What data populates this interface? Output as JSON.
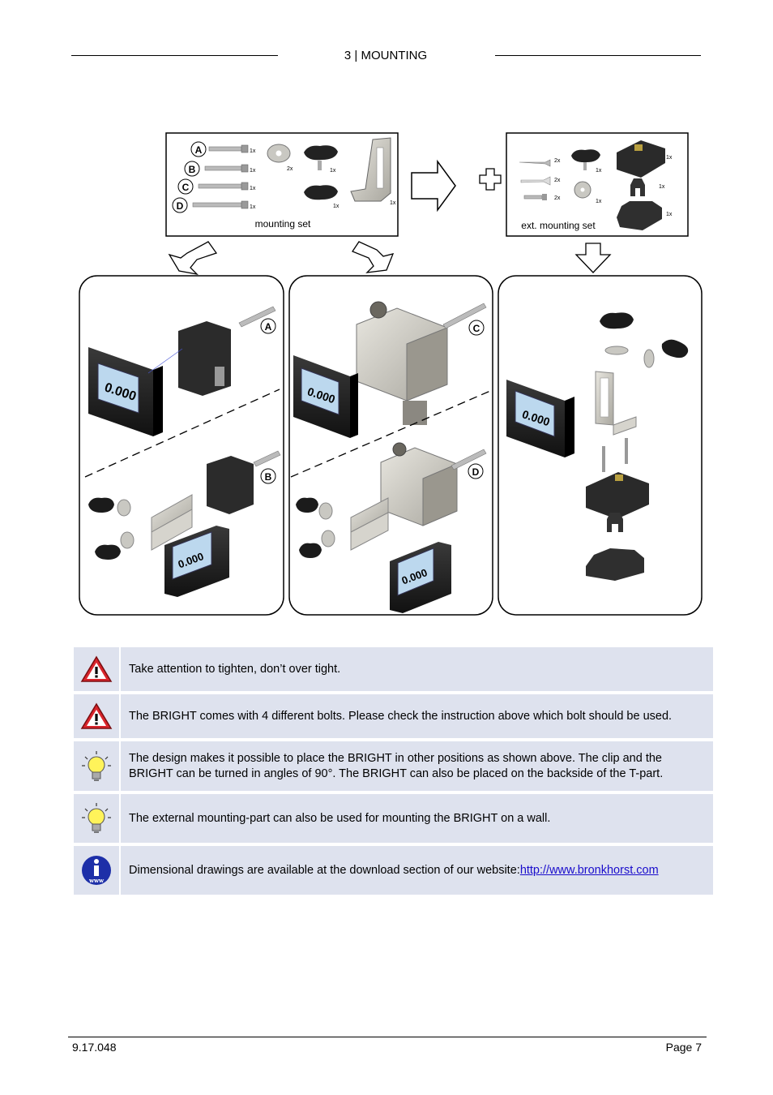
{
  "header": {
    "title": "3 | MOUNTING"
  },
  "figure": {
    "mounting_set_label": "mounting set",
    "ext_mounting_set_label": "ext. mounting set",
    "bolt_letters": [
      "A",
      "B",
      "C",
      "D"
    ],
    "qty_1x": "1x",
    "qty_2x": "2x",
    "display_value": "0.000"
  },
  "notes": [
    {
      "icon": "warning-icon",
      "text": "Take attention to tighten, don’t over tight."
    },
    {
      "icon": "warning-icon",
      "text": "The BRIGHT comes with 4 different bolts. Please check the instruction above which bolt should be used."
    },
    {
      "icon": "lightbulb-icon",
      "text": "The design makes it possible to place the BRIGHT in other positions as shown above. The clip and the BRIGHT can be turned in angles of 90°. The BRIGHT can also be placed on the backside of the T-part."
    },
    {
      "icon": "lightbulb-icon",
      "text": "The external mounting-part can also be used for mounting the BRIGHT on a wall."
    },
    {
      "icon": "info-www-icon",
      "text": "Dimensional drawings are available at the download section of our website: ",
      "link": "http://www.bronkhorst.com"
    }
  ],
  "info_icon_text": "www",
  "footer": {
    "doc_number": "9.17.048",
    "page": "Page 7"
  }
}
